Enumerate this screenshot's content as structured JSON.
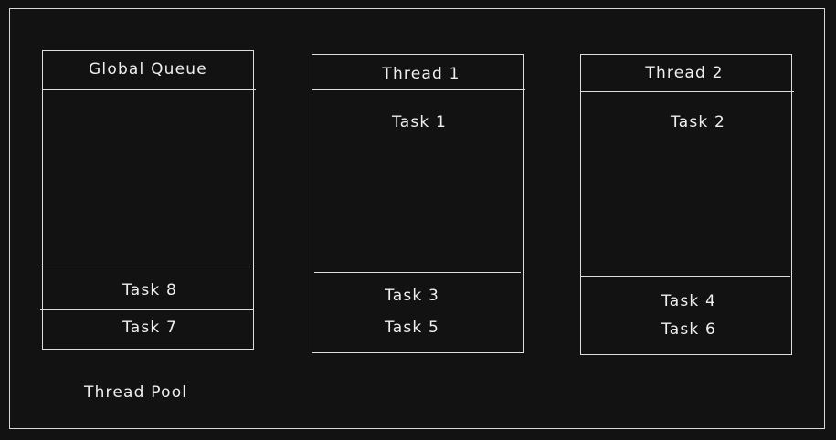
{
  "diagram": {
    "pool_label": "Thread Pool",
    "global_queue": {
      "title": "Global Queue",
      "tasks": [
        "Task 8",
        "Task 7"
      ]
    },
    "thread1": {
      "title": "Thread 1",
      "running_task": "Task 1",
      "queued_tasks": [
        "Task 3",
        "Task 5"
      ]
    },
    "thread2": {
      "title": "Thread 2",
      "running_task": "Task 2",
      "queued_tasks": [
        "Task 4",
        "Task 6"
      ]
    }
  }
}
